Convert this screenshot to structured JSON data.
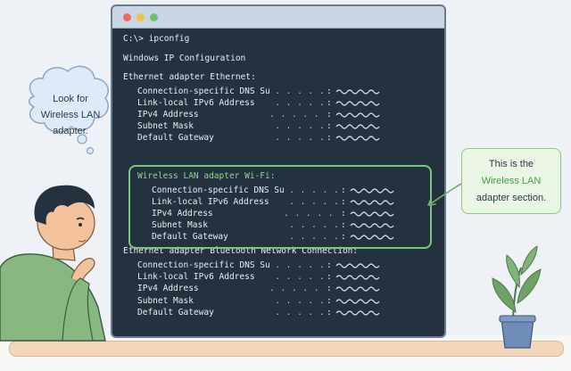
{
  "terminal": {
    "prompt_line": "C:\\> ipconfig",
    "header": "Windows IP Configuration",
    "sections": [
      {
        "title": "Ethernet adapter Ethernet:",
        "rows": [
          {
            "label": "Connection-specific DNS Suffix",
            "dots": " . . . . .",
            "colon": ":"
          },
          {
            "label": "Link-local IPv6 Address",
            "dots": " . . . . .",
            "colon": ":"
          },
          {
            "label": "IPv4 Address",
            "dots": ". . . . . . . . . . .",
            "colon": ":"
          },
          {
            "label": "Subnet Mask",
            "dots": " . . . . . . . . . . .",
            "colon": ":"
          },
          {
            "label": "Default Gateway",
            "dots": " . . . . . . . . .",
            "colon": ":"
          }
        ]
      },
      {
        "title": "Wireless LAN adapter Wi-Fi:",
        "highlight": true,
        "rows": [
          {
            "label": "Connection-specific DNS Suffix",
            "dots": " . . . . .",
            "colon": ":"
          },
          {
            "label": "Link-local IPv6 Address",
            "dots": " . . . . .",
            "colon": ":"
          },
          {
            "label": "IPv4 Address",
            "dots": ". . . . . . . . . . .",
            "colon": ":"
          },
          {
            "label": "Subnet Mask",
            "dots": " . . . . . . . . . . .",
            "colon": ":"
          },
          {
            "label": "Default Gateway",
            "dots": " . . . . . . . . .",
            "colon": ":"
          }
        ]
      },
      {
        "title": "Ethernet adapter Bluetooth Network Connection:",
        "rows": [
          {
            "label": "Connection-specific DNS Suffix",
            "dots": " . . . . .",
            "colon": ":"
          },
          {
            "label": "Link-local IPv6 Address",
            "dots": " . . . . .",
            "colon": ":"
          },
          {
            "label": "IPv4 Address",
            "dots": ". . . . . . . . . . .",
            "colon": ":"
          },
          {
            "label": "Subnet Mask",
            "dots": " . . . . . . . . . . .",
            "colon": ":"
          },
          {
            "label": "Default Gateway",
            "dots": " . . . . . . . . .",
            "colon": ":"
          }
        ]
      }
    ]
  },
  "thought_bubble": {
    "line1": "Look for",
    "line2": "Wireless LAN",
    "line3": "adapter."
  },
  "callout": {
    "line1": "This is the",
    "line2": "Wireless LAN",
    "line3": "adapter section."
  },
  "colors": {
    "terminal_bg": "#24313f",
    "highlight_green": "#7cc57f",
    "callout_bg": "#e8f6e3",
    "bubble_bg": "#ddeaf8",
    "shirt": "#86b87f",
    "hair": "#24313f",
    "skin": "#f3c29a",
    "pot": "#6f8db8",
    "leaves": "#6fa268"
  },
  "icons": [
    "close-dot-icon",
    "minimize-dot-icon",
    "maximize-dot-icon",
    "squiggle-value-icon",
    "plant-icon",
    "person-illustration",
    "thought-bubble-icon",
    "arrow-icon"
  ]
}
